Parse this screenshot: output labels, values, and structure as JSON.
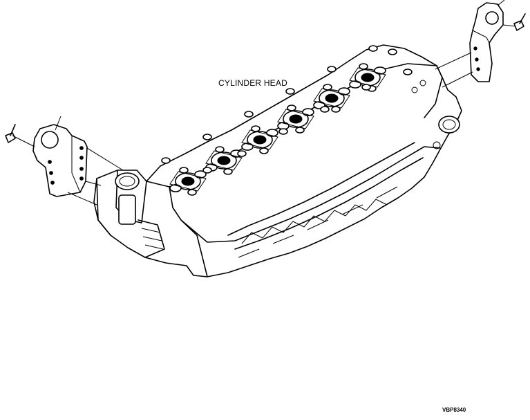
{
  "labels": {
    "cylinder_head": "CYLINDER HEAD",
    "figure_id": "VBP8340"
  },
  "icons": {
    "part": "cylinder-head-drawing",
    "left_bracket": "lifting-bracket-icon",
    "right_bracket": "lifting-bracket-icon",
    "bolt": "bolt-icon"
  },
  "colors": {
    "line": "#000000",
    "background": "#ffffff"
  }
}
